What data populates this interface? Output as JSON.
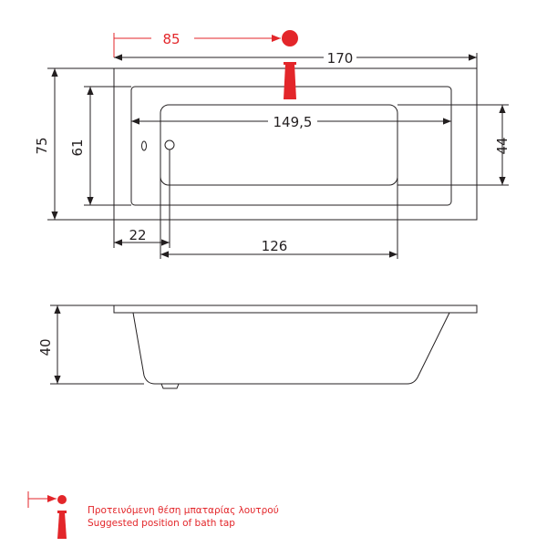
{
  "top_view": {
    "dimensions": {
      "overall_length": "170",
      "overall_width": "75",
      "inner_width": "61",
      "inner_length": "149,5",
      "bottom_width": "44",
      "drain_offset": "22",
      "bottom_length": "126",
      "tap_offset": "85"
    }
  },
  "side_view": {
    "dimensions": {
      "height": "40"
    }
  },
  "legend": {
    "line_gr": "Προτεινόμενη θέση μπαταρίας λουτρού",
    "line_en": "Suggested position of bath tap"
  },
  "colors": {
    "outline": "#231f20",
    "accent": "#e3262a"
  },
  "icons": {
    "tap_marker": "bath-tap-marker-icon",
    "drain": "drain-icon",
    "overflow": "overflow-icon"
  }
}
